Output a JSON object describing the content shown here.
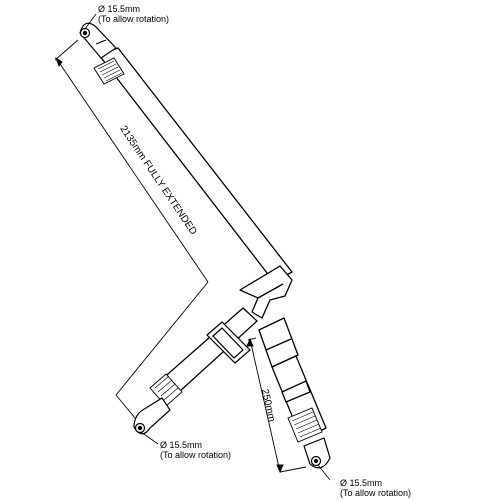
{
  "annotations": {
    "top_anchor": {
      "diameter": "Ø 15.5mm",
      "note": "(To allow rotation)"
    },
    "lower_left_anchor": {
      "diameter": "Ø 15.5mm",
      "note": "(To allow rotation)"
    },
    "lower_right_anchor": {
      "diameter": "Ø 15.5mm",
      "note": "(To allow rotation)"
    }
  },
  "dimensions": {
    "overall_length": "2135mm FULLY EXTENDED",
    "buckle_length": "250mm"
  }
}
